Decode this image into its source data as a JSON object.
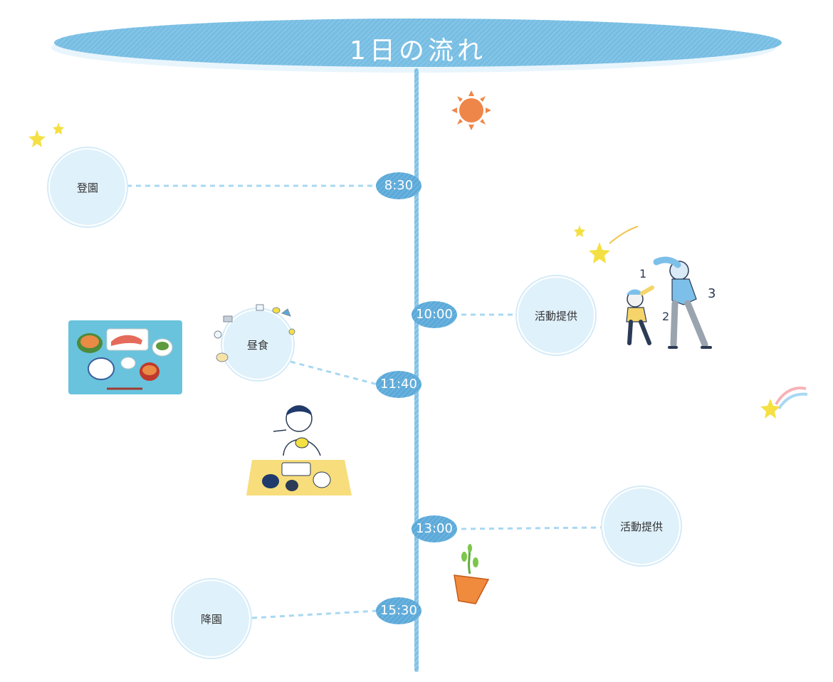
{
  "title": "1日の流れ",
  "schedule": [
    {
      "time": "8:30",
      "label": "登園"
    },
    {
      "time": "10:00",
      "label": "活動提供"
    },
    {
      "time": "11:40",
      "label": "昼食"
    },
    {
      "time": "13:00",
      "label": "活動提供"
    },
    {
      "time": "15:30",
      "label": "降園"
    }
  ],
  "colors": {
    "banner": "#76bde3",
    "timeline": "#7fc0e6",
    "time_badge": "#5aa9d9",
    "bubble": "#dff1fb",
    "connector": "#a9d8f2",
    "star": "#f5e043",
    "sun": "#ef8649"
  },
  "illustrations": [
    "sun-icon",
    "star-icon",
    "exercise-illustration",
    "meal-tray-illustration",
    "eating-child-illustration",
    "plant-pot-illustration",
    "shooting-star-icon"
  ]
}
